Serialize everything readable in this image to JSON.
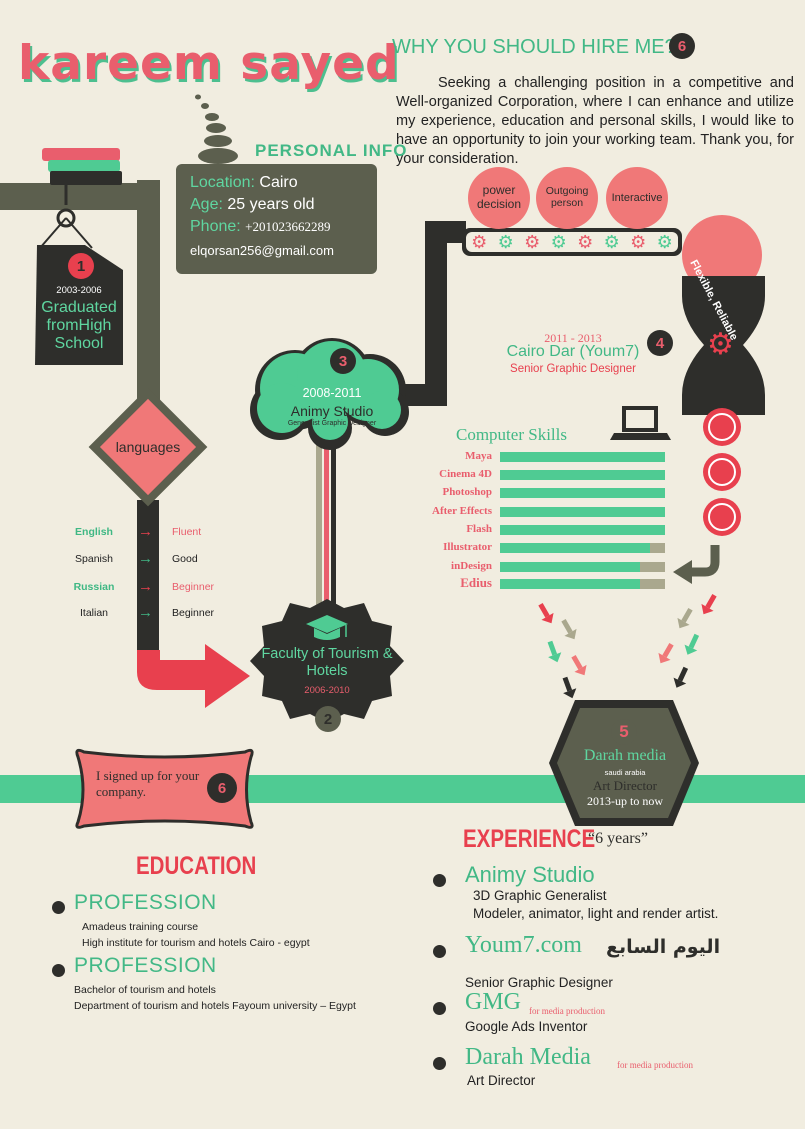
{
  "name": "kareem sayed",
  "why": {
    "title": "WHY YOU SHOULD HIRE ME?",
    "number": "6",
    "text": "Seeking a challenging position in a competitive and Well-organized Corporation, where I can enhance and utilize my experience, education and personal skills, I would like to have an opportunity to join your working team. Thank you, for your consideration."
  },
  "personal": {
    "title": "PERSONAL INFO",
    "location_label": "Location:",
    "location": "Cairo",
    "age_label": "Age:",
    "age": "25 years old",
    "phone_label": "Phone:",
    "phone": "+201023662289",
    "email": "elqorsan256@gmail.com"
  },
  "traits": [
    "power decision",
    "Outgoing person",
    "Interactive"
  ],
  "traits_more": "Flexible, Reliable",
  "milestone1": {
    "number": "1",
    "years": "2003-2006",
    "title": "Graduated fromHigh School"
  },
  "milestone2": {
    "number": "2",
    "title": "Faculty of Tourism & Hotels",
    "years": "2006-2010"
  },
  "milestone3": {
    "number": "3",
    "years": "2008-2011",
    "title": "Animy Studio",
    "subtitle": "Generalist Graphic Designer"
  },
  "milestone4": {
    "number": "4",
    "years": "2011 -  2013",
    "title": "Cairo Dar (Youm7)",
    "subtitle": "Senior Graphic Designer"
  },
  "milestone5": {
    "number": "5",
    "title": "Darah media",
    "location": "saudi arabia",
    "role": "Art Director",
    "period": "2013-up to now"
  },
  "milestone6": {
    "number": "6",
    "text": "I signed up for your company."
  },
  "languages": {
    "title": "languages",
    "items": [
      {
        "lang": "English",
        "level": "Fluent",
        "lang_color": "#3fb884",
        "level_color": "#e95e6d",
        "arrow_color": "#e8404e"
      },
      {
        "lang": "Spanish",
        "level": "Good",
        "lang_color": "#222222",
        "level_color": "#222222",
        "arrow_color": "#42b886"
      },
      {
        "lang": "Russian",
        "level": "Beginner",
        "lang_color": "#3fb884",
        "level_color": "#e95e6d",
        "arrow_color": "#e8404e"
      },
      {
        "lang": "Italian",
        "level": "Beginner",
        "lang_color": "#222222",
        "level_color": "#222222",
        "arrow_color": "#42b886"
      }
    ]
  },
  "skills": {
    "title": "Computer Skills",
    "items": [
      {
        "name": "Maya",
        "level": 1.0
      },
      {
        "name": "Cinema 4D",
        "level": 1.0
      },
      {
        "name": "Photoshop",
        "level": 1.0
      },
      {
        "name": "After Effects",
        "level": 1.0
      },
      {
        "name": "Flash",
        "level": 1.0
      },
      {
        "name": "Illustrator",
        "level": 0.91
      },
      {
        "name": "inDesign",
        "level": 0.85
      },
      {
        "name": "Edius",
        "level": 0.85
      }
    ]
  },
  "education": {
    "title": "EDUCATION",
    "entries": [
      {
        "head": "PROFESSION",
        "lines": [
          "Amadeus training course",
          "High institute for tourism and hotels Cairo - egypt"
        ]
      },
      {
        "head": "PROFESSION",
        "lines": [
          "Bachelor of tourism and hotels",
          "Department of tourism and hotels Fayoum university – Egypt"
        ]
      }
    ]
  },
  "experience": {
    "title": "EXPERIENCE",
    "years": "“6 years”",
    "entries": [
      {
        "head": "Animy Studio",
        "note": "",
        "lines": [
          "3D Graphic Generalist",
          "Modeler, animator, light and render artist."
        ]
      },
      {
        "head": "Youm7.com",
        "note": "",
        "logo": "اليوم السابع",
        "lines": [
          "Senior Graphic Designer"
        ]
      },
      {
        "head": "GMG",
        "note": "for media production",
        "lines": [
          "Google Ads Inventor"
        ]
      },
      {
        "head": "Darah Media",
        "note": "for media production",
        "lines": [
          "Art Director"
        ]
      }
    ]
  },
  "colors": {
    "pink": "#e95e6d",
    "green": "#4fcb93",
    "dark": "#2e2e2b",
    "olive": "#5c5f4e",
    "cream": "#f1ede0"
  }
}
